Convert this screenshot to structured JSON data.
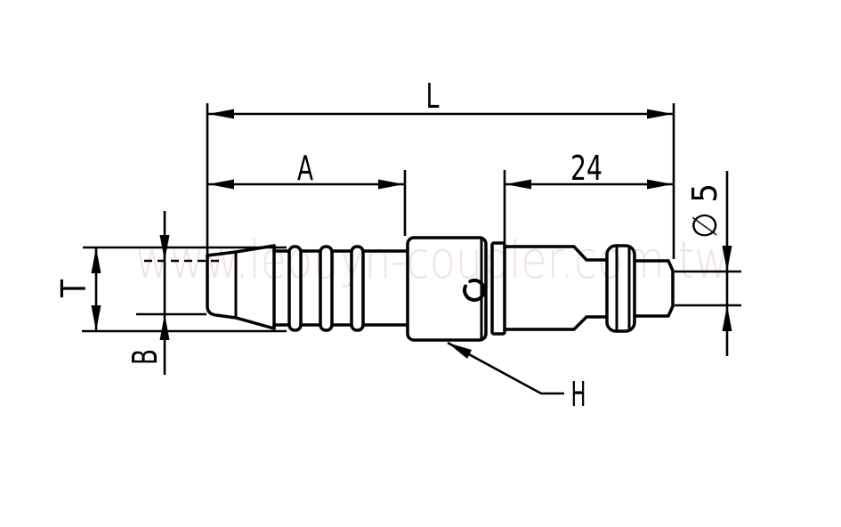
{
  "page": {
    "background_color": "#ffffff",
    "line_color": "#000000"
  },
  "watermark": {
    "text": "www.leouyn-coupler.com.tw",
    "color": "#f0e3e3"
  },
  "drawing": {
    "type": "technical-dimension-drawing",
    "subject": "hose-barb quick coupler plug, side view",
    "labels": {
      "overall_length": "L",
      "tail_length": "A",
      "plug_length": "24",
      "tip_diameter": "∅ 5",
      "tail_od": "T",
      "tail_bore": "B",
      "hex_flats": "H"
    }
  }
}
